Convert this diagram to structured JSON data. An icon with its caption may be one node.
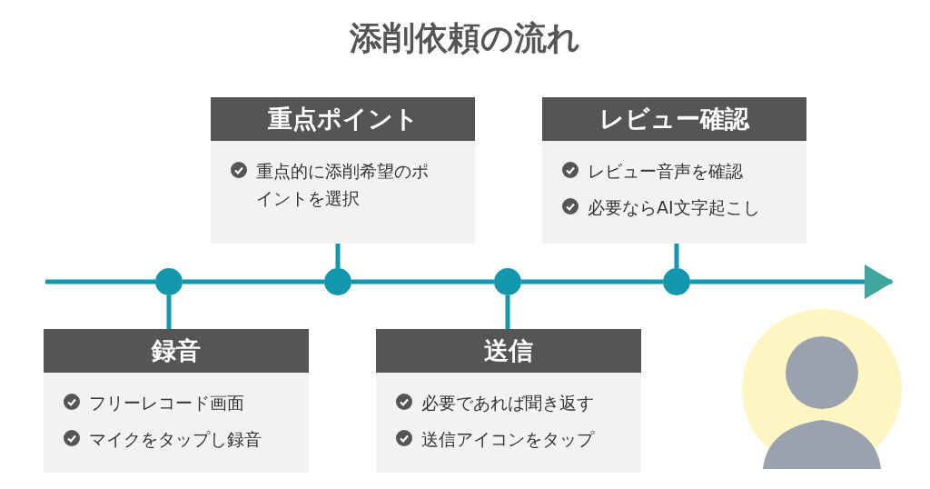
{
  "diagram": {
    "title": "添削依頼の流れ",
    "nodes": [
      {
        "text": [
          "録音",
          "フリーレコード画面",
          "マイクをタップし録音"
        ]
      },
      {
        "text": [
          "重点ポイント",
          "重点的に添削希望のポイントを選択"
        ]
      },
      {
        "text": [
          "送信",
          "必要であれば聞き返す",
          "送信アイコンをタップ"
        ]
      },
      {
        "text": [
          "レビュー確認",
          "レビュー音声を確認",
          "必要ならAI文字起こし"
        ]
      },
      {
        "text": [],
        "shape": "circle"
      },
      {
        "text": [],
        "shape": "circle"
      },
      {
        "text": [],
        "shape": "circle"
      },
      {
        "text": [],
        "shape": "circle"
      }
    ],
    "edges": [
      {
        "from": null,
        "to": 4,
        "arrow": "none"
      },
      {
        "from": 4,
        "to": 5,
        "arrow": "none"
      },
      {
        "from": 5,
        "to": 6,
        "arrow": "none"
      },
      {
        "from": 6,
        "to": 7,
        "arrow": "none"
      },
      {
        "from": 7,
        "to": null,
        "arrow": "to"
      },
      {
        "from": 4,
        "to": 0,
        "arrow": "none"
      },
      {
        "from": 5,
        "to": 1,
        "arrow": "none"
      },
      {
        "from": 6,
        "to": 2,
        "arrow": "none"
      },
      {
        "from": 7,
        "to": 3,
        "arrow": "none"
      }
    ]
  }
}
